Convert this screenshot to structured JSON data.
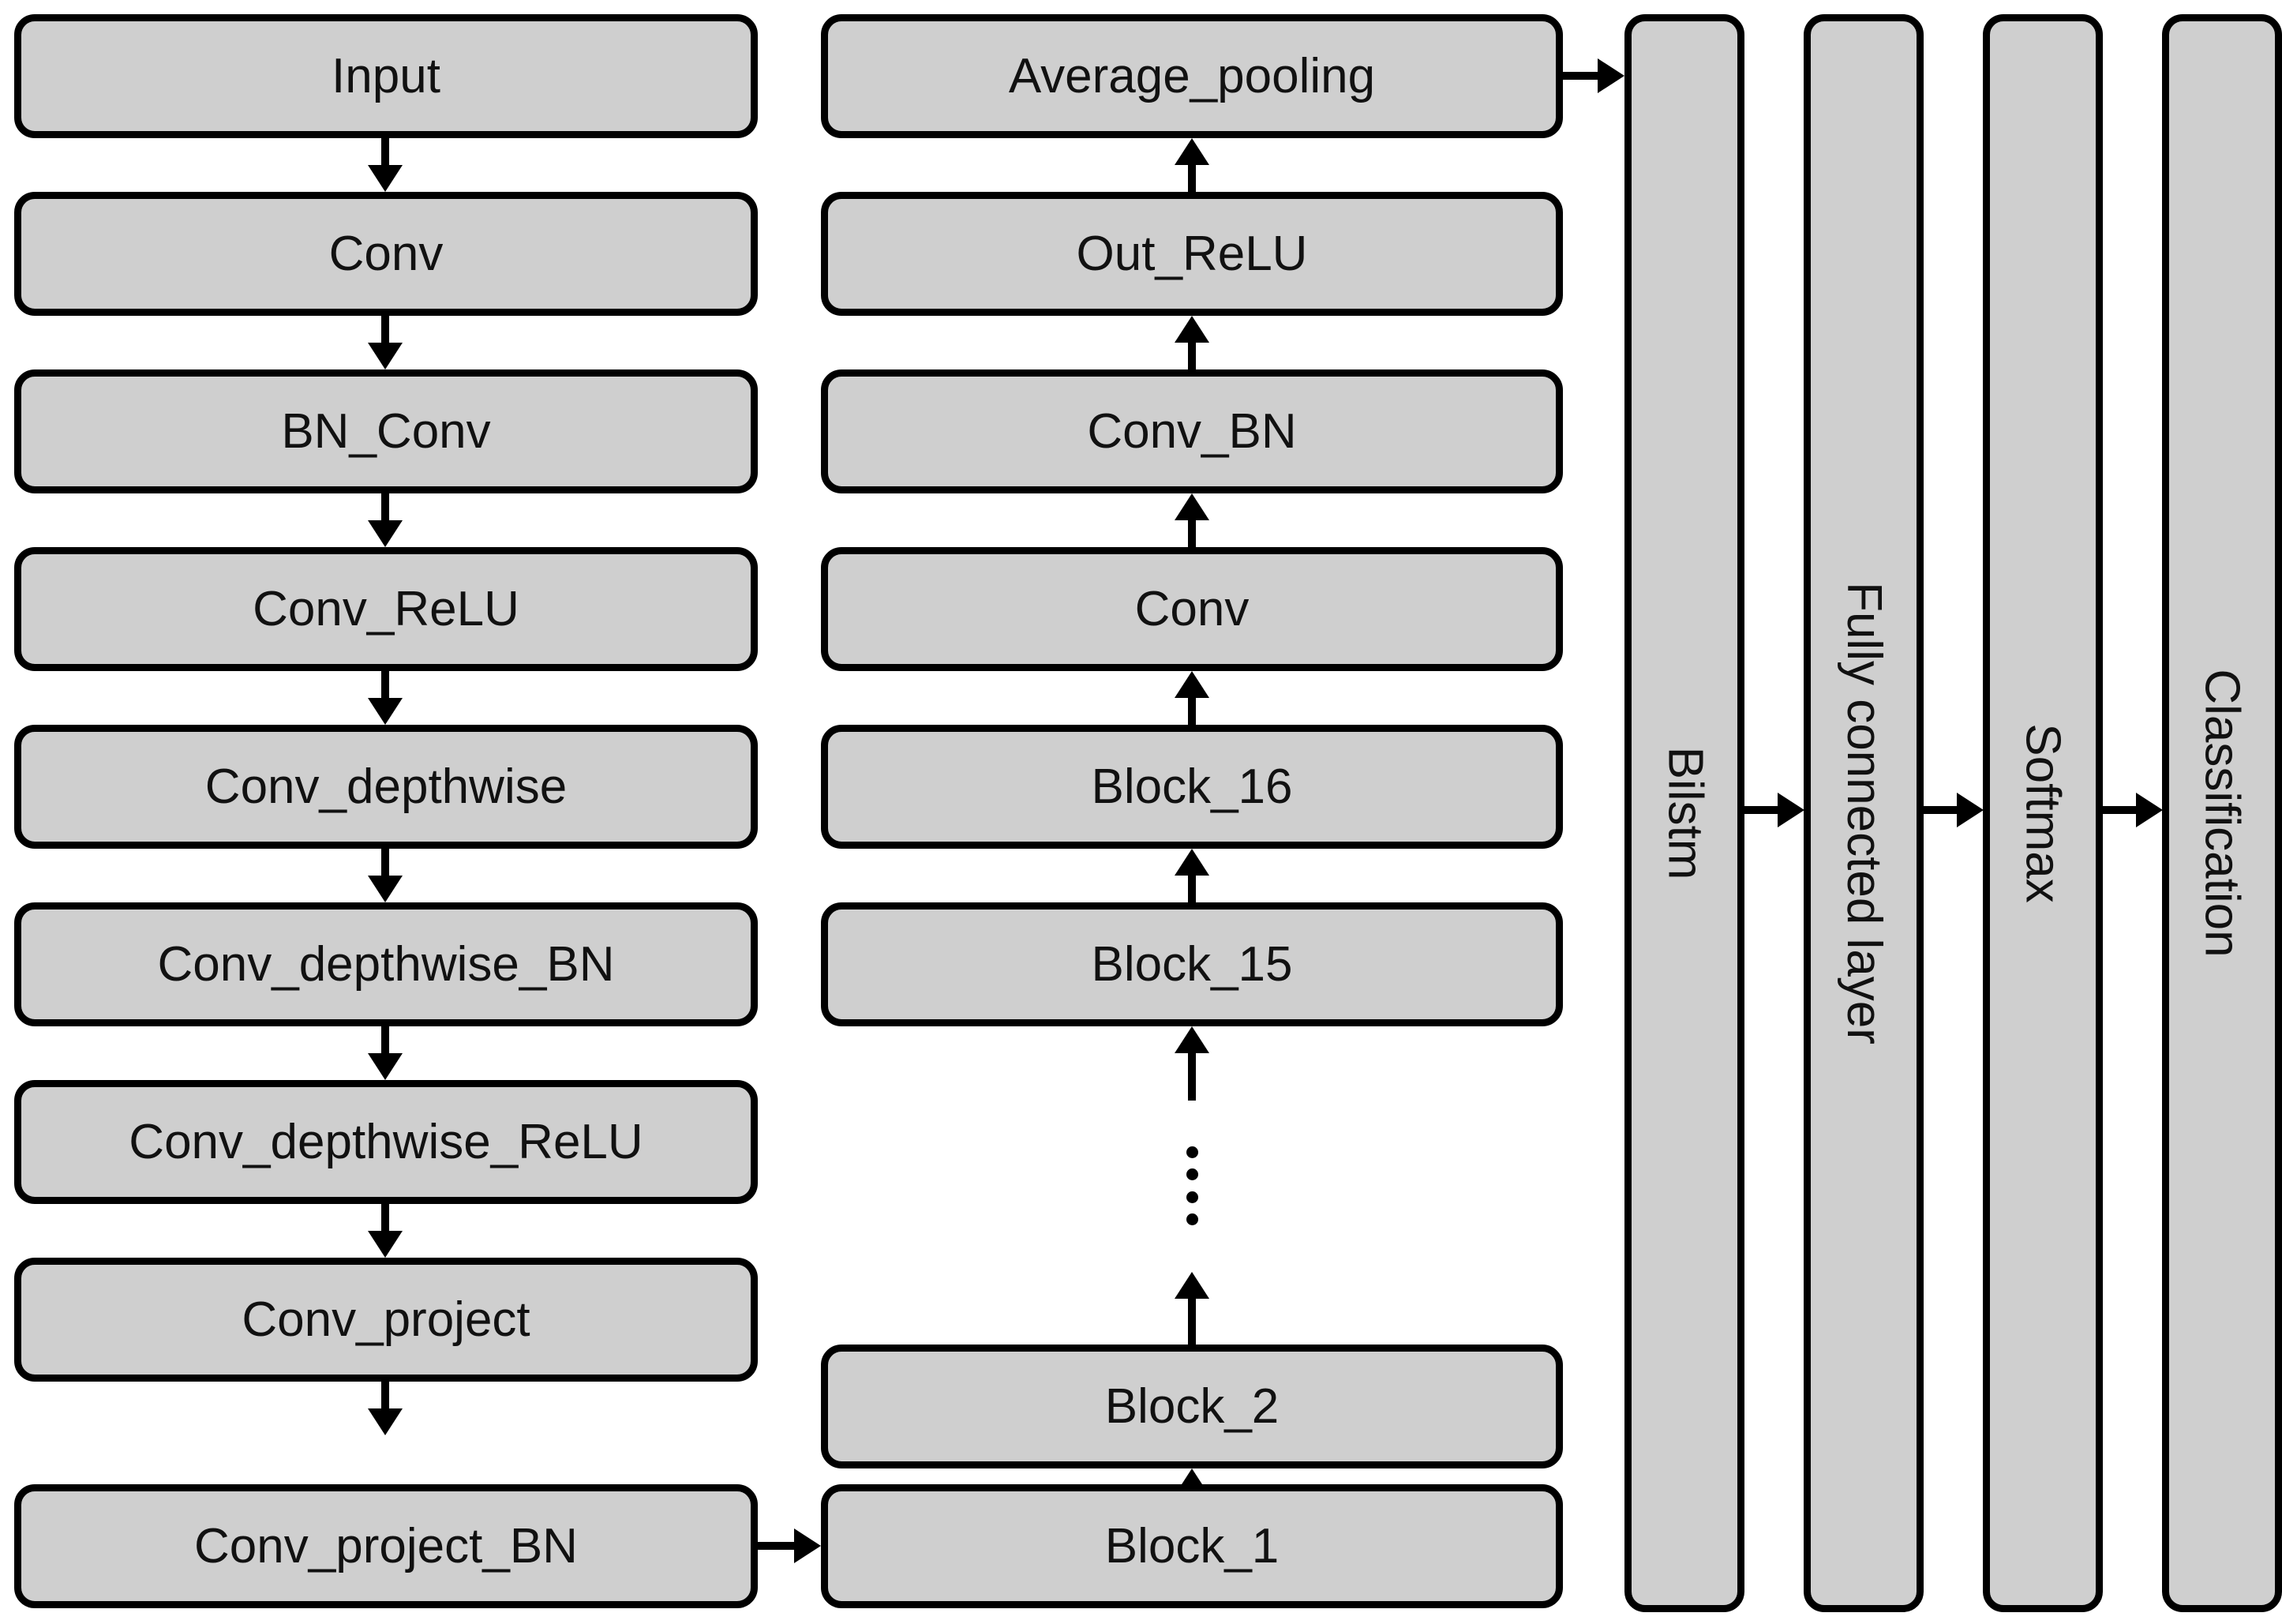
{
  "figure": {
    "type": "neural-network-architecture-flowchart",
    "background_color": "#ffffff",
    "node_fill_color": "#cfcfcf",
    "node_border_color": "#000000",
    "arrow_color": "#000000"
  },
  "columns": {
    "left": {
      "name": "stem-and-bottleneck-block-detail",
      "nodes": [
        {
          "id": "input",
          "label": "Input"
        },
        {
          "id": "conv",
          "label": "Conv"
        },
        {
          "id": "bn_conv",
          "label": "BN_Conv"
        },
        {
          "id": "conv_relu",
          "label": "Conv_ReLU"
        },
        {
          "id": "conv_depthwise",
          "label": "Conv_depthwise"
        },
        {
          "id": "conv_depthwise_bn",
          "label": "Conv_depthwise_BN"
        },
        {
          "id": "conv_depthwise_relu",
          "label": "Conv_depthwise_ReLU"
        },
        {
          "id": "conv_project",
          "label": "Conv_project"
        },
        {
          "id": "conv_project_bn",
          "label": "Conv_project_BN"
        }
      ]
    },
    "middle": {
      "name": "stacked-blocks-and-head",
      "nodes_bottom_to_top": [
        {
          "id": "block_1",
          "label": "Block_1"
        },
        {
          "id": "block_2",
          "label": "Block_2"
        },
        {
          "id": "ellipsis",
          "label": ""
        },
        {
          "id": "block_15",
          "label": "Block_15"
        },
        {
          "id": "block_16",
          "label": "Block_16"
        },
        {
          "id": "conv_head",
          "label": "Conv"
        },
        {
          "id": "conv_bn",
          "label": "Conv_BN"
        },
        {
          "id": "out_relu",
          "label": "Out_ReLU"
        },
        {
          "id": "average_pooling",
          "label": "Average_pooling"
        }
      ]
    },
    "right": {
      "name": "sequence-classifier-chain",
      "nodes": [
        {
          "id": "bilstm",
          "label": "Bilstm"
        },
        {
          "id": "fc_layer",
          "label": "Fully connected layer"
        },
        {
          "id": "softmax",
          "label": "Softmax"
        },
        {
          "id": "classification",
          "label": "Classification"
        }
      ]
    }
  },
  "connections": [
    {
      "from": "input",
      "to": "conv",
      "style": "solid",
      "direction": "down"
    },
    {
      "from": "conv",
      "to": "bn_conv",
      "style": "solid",
      "direction": "down"
    },
    {
      "from": "bn_conv",
      "to": "conv_relu",
      "style": "solid",
      "direction": "down"
    },
    {
      "from": "conv_relu",
      "to": "conv_depthwise",
      "style": "solid",
      "direction": "down"
    },
    {
      "from": "conv_depthwise",
      "to": "conv_depthwise_bn",
      "style": "solid",
      "direction": "down"
    },
    {
      "from": "conv_depthwise_bn",
      "to": "conv_depthwise_relu",
      "style": "solid",
      "direction": "down"
    },
    {
      "from": "conv_depthwise_relu",
      "to": "conv_project",
      "style": "solid",
      "direction": "down"
    },
    {
      "from": "conv_project",
      "to": "conv_project_bn",
      "style": "solid",
      "direction": "down"
    },
    {
      "from": "conv_project_bn",
      "to": "block_1",
      "style": "solid",
      "direction": "right"
    },
    {
      "from": "block_1",
      "to": "block_2",
      "style": "solid",
      "direction": "up"
    },
    {
      "from": "block_2",
      "to": "block_15",
      "style": "dotted",
      "direction": "up"
    },
    {
      "from": "block_15",
      "to": "block_16",
      "style": "solid",
      "direction": "up"
    },
    {
      "from": "block_16",
      "to": "conv_head",
      "style": "solid",
      "direction": "up"
    },
    {
      "from": "conv_head",
      "to": "conv_bn",
      "style": "solid",
      "direction": "up"
    },
    {
      "from": "conv_bn",
      "to": "out_relu",
      "style": "solid",
      "direction": "up"
    },
    {
      "from": "out_relu",
      "to": "average_pooling",
      "style": "solid",
      "direction": "up"
    },
    {
      "from": "average_pooling",
      "to": "bilstm",
      "style": "solid",
      "direction": "right"
    },
    {
      "from": "bilstm",
      "to": "fc_layer",
      "style": "solid",
      "direction": "right"
    },
    {
      "from": "fc_layer",
      "to": "softmax",
      "style": "solid",
      "direction": "right"
    },
    {
      "from": "softmax",
      "to": "classification",
      "style": "solid",
      "direction": "right"
    }
  ],
  "ellipsis": {
    "dot_count": 4
  }
}
